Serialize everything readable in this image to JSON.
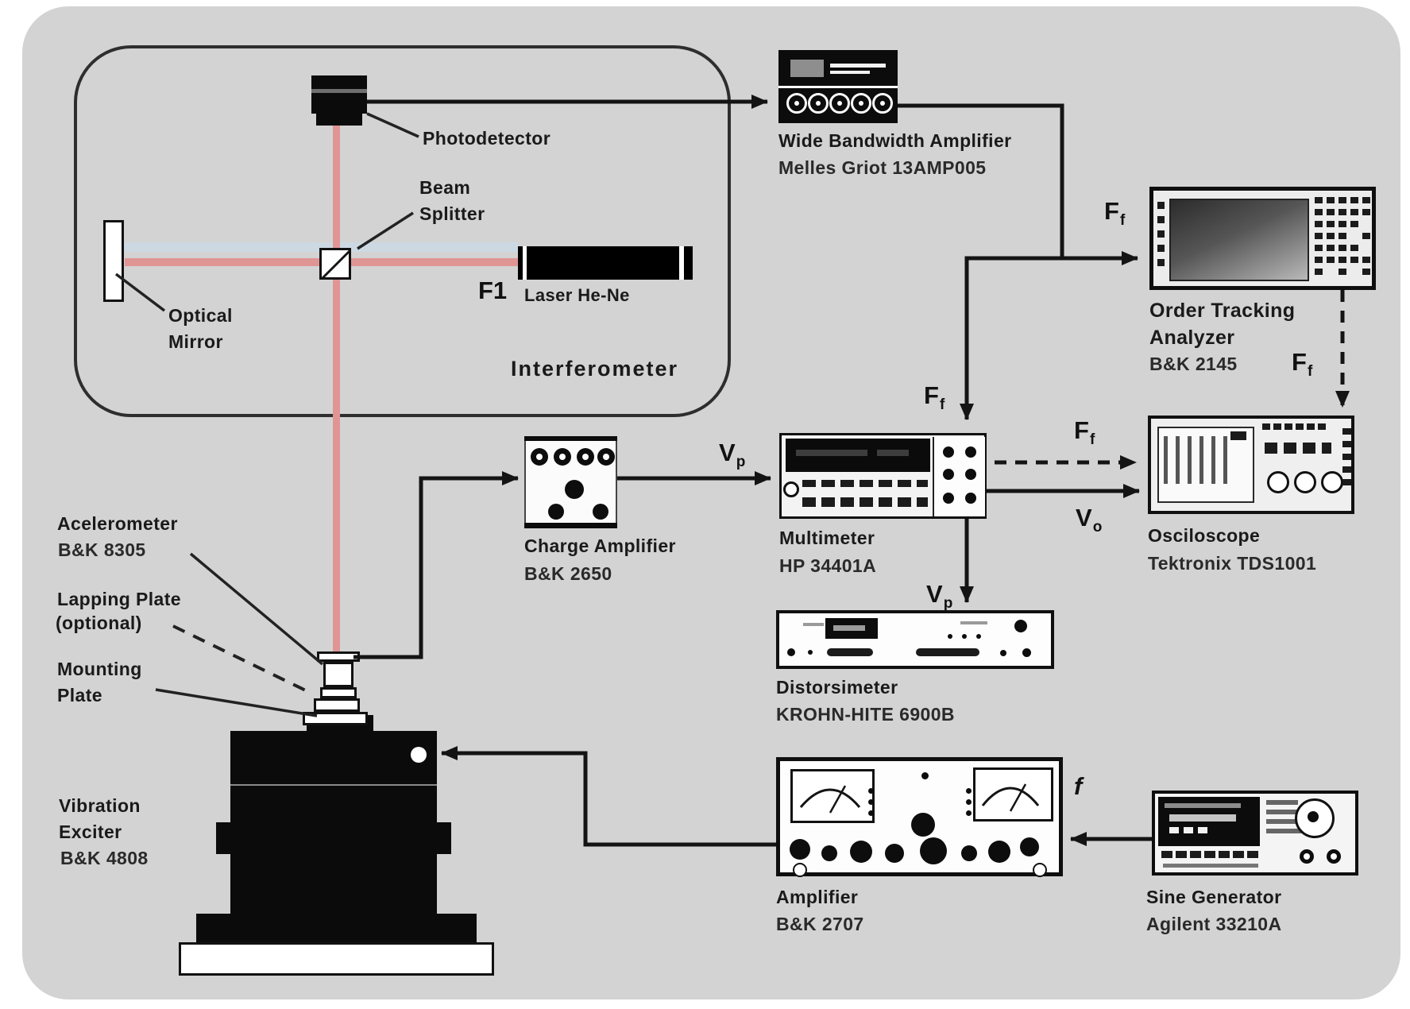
{
  "interferometer": {
    "title": "Interferometer",
    "photodetector": "Photodetector",
    "beam_splitter": [
      "Beam",
      "Splitter"
    ],
    "optical_mirror": [
      "Optical",
      "Mirror"
    ],
    "f1": "F1",
    "laser": "Laser He-Ne"
  },
  "devices": {
    "wba": {
      "name": "Wide Bandwidth Amplifier",
      "model": "Melles Griot 13AMP005"
    },
    "ota": {
      "name1": "Order Tracking",
      "name2": "Analyzer",
      "model": "B&K 2145"
    },
    "charge_amp": {
      "name": "Charge Amplifier",
      "model": "B&K 2650"
    },
    "multimeter": {
      "name": "Multimeter",
      "model": "HP 34401A"
    },
    "oscilloscope": {
      "name": "Osciloscope",
      "model": "Tektronix TDS1001"
    },
    "distorsimeter": {
      "name": "Distorsimeter",
      "model": "KROHN-HITE 6900B"
    },
    "amplifier": {
      "name": "Amplifier",
      "model": "B&K 2707"
    },
    "sine_generator": {
      "name": "Sine Generator",
      "model": "Agilent 33210A"
    },
    "exciter": {
      "lines": [
        "Vibration",
        "Exciter",
        "B&K 4808"
      ]
    },
    "accelerometer": {
      "lines": [
        "Acelerometer",
        "B&K 8305"
      ]
    },
    "lapping_plate": {
      "lines": [
        "Lapping Plate",
        "(optional)"
      ]
    },
    "mounting_plate": {
      "lines": [
        "Mounting",
        "Plate"
      ]
    }
  },
  "signals": {
    "ff": {
      "main": "F",
      "sub": "f"
    },
    "vp": {
      "main": "V",
      "sub": "p"
    },
    "vo": {
      "main": "V",
      "sub": "o"
    },
    "f": {
      "main": "f",
      "sub": ""
    }
  },
  "colors": {
    "canvas_gray": "#d3d3d3",
    "beam_red": "#e09595",
    "beam_blue": "#ccd9e3",
    "line_black": "#141414"
  }
}
